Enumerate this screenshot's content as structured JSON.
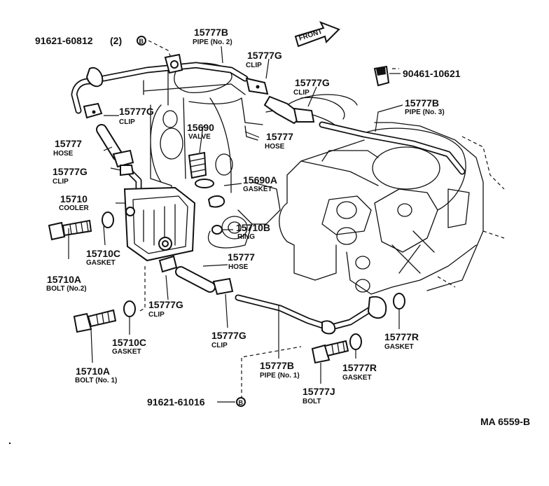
{
  "diagram_id": "MA 6559-B",
  "front_arrow": "FRONT",
  "callouts": [
    {
      "id": "c1",
      "number": "91621-60812",
      "qty": "(2)",
      "symbol": "B"
    },
    {
      "id": "c2",
      "number": "15777B",
      "name": "PIPE (No. 2)"
    },
    {
      "id": "c3",
      "number": "15777G",
      "name": "CLIP"
    },
    {
      "id": "c4",
      "number": "15777G",
      "name": "CLIP"
    },
    {
      "id": "c5",
      "number": "90461-10621"
    },
    {
      "id": "c6",
      "number": "15777B",
      "name": "PIPE (No. 3)"
    },
    {
      "id": "c7",
      "number": "15777G",
      "name": "CLIP"
    },
    {
      "id": "c8",
      "number": "15690",
      "name": "VALVE"
    },
    {
      "id": "c9",
      "number": "15777",
      "name": "HOSE"
    },
    {
      "id": "c10",
      "number": "15777",
      "name": "HOSE"
    },
    {
      "id": "c11",
      "number": "15777G",
      "name": "CLIP"
    },
    {
      "id": "c12",
      "number": "15690A",
      "name": "GASKET"
    },
    {
      "id": "c13",
      "number": "15710",
      "name": "COOLER"
    },
    {
      "id": "c14",
      "number": "15710B",
      "name": "RING"
    },
    {
      "id": "c15",
      "number": "15710C",
      "name": "GASKET"
    },
    {
      "id": "c16",
      "number": "15777",
      "name": "HOSE"
    },
    {
      "id": "c17",
      "number": "15710A",
      "name": "BOLT (No.2)"
    },
    {
      "id": "c18",
      "number": "15777G",
      "name": "CLIP"
    },
    {
      "id": "c19",
      "number": "15777G",
      "name": "CLIP"
    },
    {
      "id": "c20",
      "number": "15777R",
      "name": "GASKET"
    },
    {
      "id": "c21",
      "number": "15710C",
      "name": "GASKET"
    },
    {
      "id": "c22",
      "number": "15777R",
      "name": "GASKET"
    },
    {
      "id": "c23",
      "number": "15777B",
      "name": "PIPE (No. 1)"
    },
    {
      "id": "c24",
      "number": "15710A",
      "name": "BOLT (No. 1)"
    },
    {
      "id": "c25",
      "number": "15777J",
      "name": "BOLT"
    },
    {
      "id": "c26",
      "number": "91621-61016",
      "symbol": "B"
    }
  ]
}
